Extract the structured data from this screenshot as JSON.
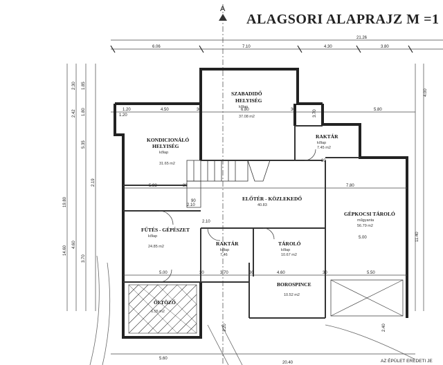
{
  "title": "ALAGSORI ALAPRAJZ M =1",
  "section_marker": "A",
  "footer_note": "AZ ÉPÜLET EREDETI JE",
  "rooms": [
    {
      "name": "SZABADIDŐ",
      "name2": "HELYISÉG",
      "floor": "kőlap",
      "area": "37.08 m2"
    },
    {
      "name": "KONDICIONÁLÓ",
      "name2": "HELYISÉG",
      "floor": "kőlap",
      "area": "31.65 m2"
    },
    {
      "name": "RAKTÁR",
      "floor": "kőlap",
      "area": "7.45 m2"
    },
    {
      "name": "ELŐTÉR - KÖZLEKEDŐ",
      "area": "40.83"
    },
    {
      "name": "GÉPKOCSI TÁROLÓ",
      "floor": "műgyanta",
      "area": "56.79 m2"
    },
    {
      "name": "FŰTÉS - GÉPÉSZET",
      "floor": "kőlap",
      "area": "24.85 m2"
    },
    {
      "name": "RAKTÁR",
      "floor": "kőlap",
      "area": "7.46"
    },
    {
      "name": "TÁROLÓ",
      "floor": "kőlap",
      "area": "10.67 m2"
    },
    {
      "name": "BOROSPINCE",
      "area": "10.52 m2"
    },
    {
      "name": "ÖLTÖZŐ",
      "area": "6.55 m2"
    }
  ],
  "dimensions": {
    "top_total": "21.26",
    "top_segments": [
      "6.06",
      "7.10",
      "4.30",
      "3.80"
    ],
    "row2": [
      "1.20",
      "4.50",
      "30",
      "6.80",
      "30",
      "5.80"
    ],
    "inner_a": [
      "5.93",
      "30",
      "7.80"
    ],
    "inner_b": [
      "5.00",
      "30",
      "3.70",
      "30",
      "4.60",
      "30",
      "5.50"
    ],
    "bottom": [
      "5.60",
      "20.40"
    ],
    "left_total": "19.80",
    "left_segments": [
      "2.30",
      "2.42",
      "1.85",
      "1.80",
      "5.35",
      "2.19",
      "4.60",
      "3.70",
      "14.60"
    ],
    "right_segments": [
      "4.00",
      "11.40"
    ],
    "misc": [
      "3.70",
      "2.10",
      "90",
      "2.10",
      "3.20",
      "2.40",
      "5.00",
      "1.20",
      "30"
    ]
  }
}
